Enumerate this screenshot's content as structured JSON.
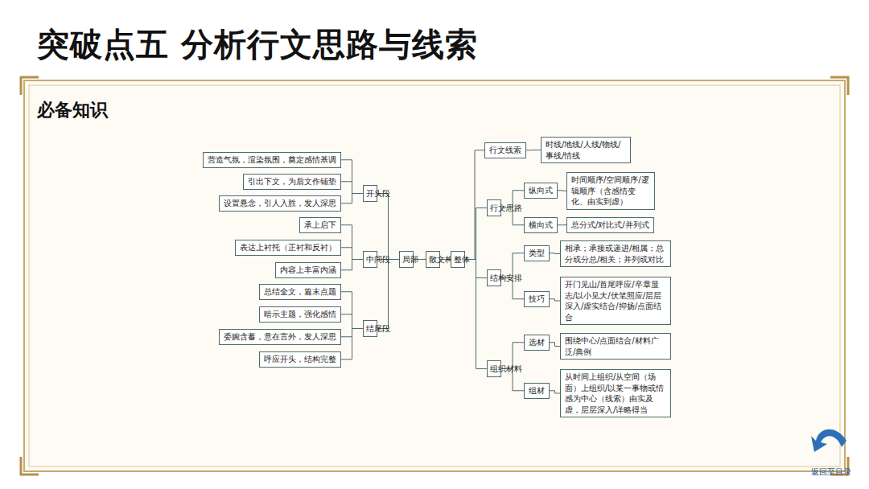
{
  "diagram": {
    "title": "突破点五 分析行文思路与线索",
    "nodes": [
      {
        "text": [
          "散文构思"
        ]
      },
      {
        "text": [
          "局部"
        ]
      },
      {
        "text": [
          "开头段"
        ]
      },
      {
        "text": [
          "营造气氛，渲染氛围，奠定感情基调"
        ]
      },
      {
        "text": [
          "引出下文，为后文作铺垫"
        ]
      },
      {
        "text": [
          "设置悬念，引人入胜，发人深思"
        ]
      },
      {
        "text": [
          "中间段"
        ]
      },
      {
        "text": [
          "承上启下"
        ]
      },
      {
        "text": [
          "表达上衬托（正衬和反衬）"
        ]
      },
      {
        "text": [
          "内容上丰富内涵"
        ]
      },
      {
        "text": [
          "结尾段"
        ]
      },
      {
        "text": [
          "总结全文，篇末点题"
        ]
      },
      {
        "text": [
          "暗示主题，强化感情"
        ]
      },
      {
        "text": [
          "委婉含蓄，意在言外，发人深思"
        ]
      },
      {
        "text": [
          "呼应开头，结构完整"
        ]
      },
      {
        "text": [
          "整体"
        ]
      },
      {
        "text": [
          "行文线索"
        ]
      },
      {
        "text": [
          "时线/地线/人线/物线/事线/情线"
        ]
      },
      {
        "text": [
          "行文思路"
        ]
      },
      {
        "text": [
          "纵向式"
        ]
      },
      {
        "text": [
          "时间顺序/空间顺序/逻辑顺序（含感情变化、由实到虚）"
        ]
      },
      {
        "text": [
          "横向式"
        ]
      },
      {
        "text": [
          "总分式/对比式/并列式"
        ]
      },
      {
        "text": [
          "结构安排"
        ]
      },
      {
        "text": [
          "类型"
        ]
      },
      {
        "text": [
          "相承；承接或递进/相属；总分或分总/相关；并列或对比"
        ]
      },
      {
        "text": [
          "技巧"
        ]
      },
      {
        "text": [
          "开门见山/首尾呼应/卒章显志/以小见大/伏笔照应/层层深入/虚实结合/抑扬/点面结合"
        ]
      },
      {
        "text": [
          "组织材料"
        ]
      },
      {
        "text": [
          "选材"
        ]
      },
      {
        "text": [
          "围绕中心/点面结合/材料广泛/典例"
        ]
      },
      {
        "text": [
          "组材"
        ]
      },
      {
        "text": [
          "从时间上组织/从空间（场面）上组织/以某一事物或情感为中心（线索）由实及虚，层层深入/详略得当"
        ]
      }
    ],
    "edges": [
      {
        "from": 0,
        "to": 1,
        "arrow": "none"
      },
      {
        "from": 0,
        "to": 15,
        "arrow": "none"
      },
      {
        "from": 1,
        "to": 2,
        "arrow": "none"
      },
      {
        "from": 1,
        "to": 6,
        "arrow": "none"
      },
      {
        "from": 1,
        "to": 10,
        "arrow": "none"
      },
      {
        "from": 2,
        "to": 3,
        "arrow": "none"
      },
      {
        "from": 2,
        "to": 4,
        "arrow": "none"
      },
      {
        "from": 2,
        "to": 5,
        "arrow": "none"
      },
      {
        "from": 6,
        "to": 7,
        "arrow": "none"
      },
      {
        "from": 6,
        "to": 8,
        "arrow": "none"
      },
      {
        "from": 6,
        "to": 9,
        "arrow": "none"
      },
      {
        "from": 10,
        "to": 11,
        "arrow": "none"
      },
      {
        "from": 10,
        "to": 12,
        "arrow": "none"
      },
      {
        "from": 10,
        "to": 13,
        "arrow": "none"
      },
      {
        "from": 10,
        "to": 14,
        "arrow": "none"
      },
      {
        "from": 15,
        "to": 16,
        "arrow": "none"
      },
      {
        "from": 15,
        "to": 18,
        "arrow": "none"
      },
      {
        "from": 15,
        "to": 23,
        "arrow": "none"
      },
      {
        "from": 15,
        "to": 28,
        "arrow": "none"
      },
      {
        "from": 16,
        "to": 17,
        "arrow": "none"
      },
      {
        "from": 18,
        "to": 19,
        "arrow": "none"
      },
      {
        "from": 18,
        "to": 21,
        "arrow": "none"
      },
      {
        "from": 19,
        "to": 20,
        "arrow": "none"
      },
      {
        "from": 21,
        "to": 22,
        "arrow": "none"
      },
      {
        "from": 23,
        "to": 24,
        "arrow": "none"
      },
      {
        "from": 23,
        "to": 26,
        "arrow": "none"
      },
      {
        "from": 24,
        "to": 25,
        "arrow": "none"
      },
      {
        "from": 26,
        "to": 27,
        "arrow": "none"
      },
      {
        "from": 28,
        "to": 29,
        "arrow": "none"
      },
      {
        "from": 28,
        "to": 31,
        "arrow": "none"
      },
      {
        "from": 29,
        "to": 30,
        "arrow": "none"
      },
      {
        "from": 31,
        "to": 32,
        "arrow": "none"
      }
    ],
    "labels": [
      "必备知识",
      "返回至目录"
    ]
  }
}
